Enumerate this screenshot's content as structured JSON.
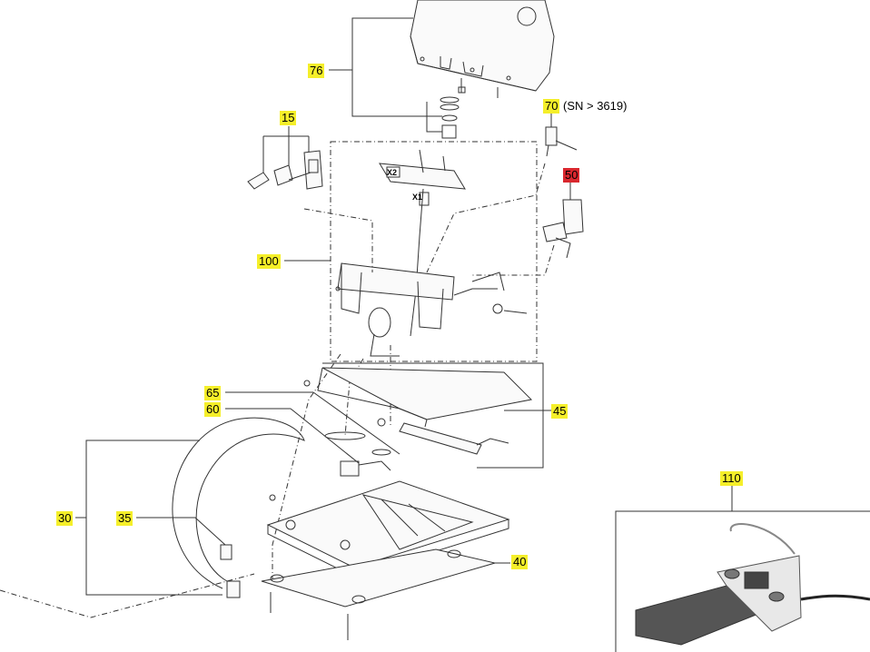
{
  "callouts": {
    "c76": "76",
    "c70": "70",
    "c70_note": "(SN > 3619)",
    "c15": "15",
    "c50": "50",
    "c100": "100",
    "c65": "65",
    "c60": "60",
    "c45": "45",
    "c110": "110",
    "c30": "30",
    "c35": "35",
    "c40": "40"
  },
  "board_labels": {
    "x2": "X2",
    "x1": "X1"
  },
  "colors": {
    "callout_yellow": "#f5ef2a",
    "callout_red": "#d9272e",
    "line": "#333333",
    "pedal_dark": "#555555"
  }
}
